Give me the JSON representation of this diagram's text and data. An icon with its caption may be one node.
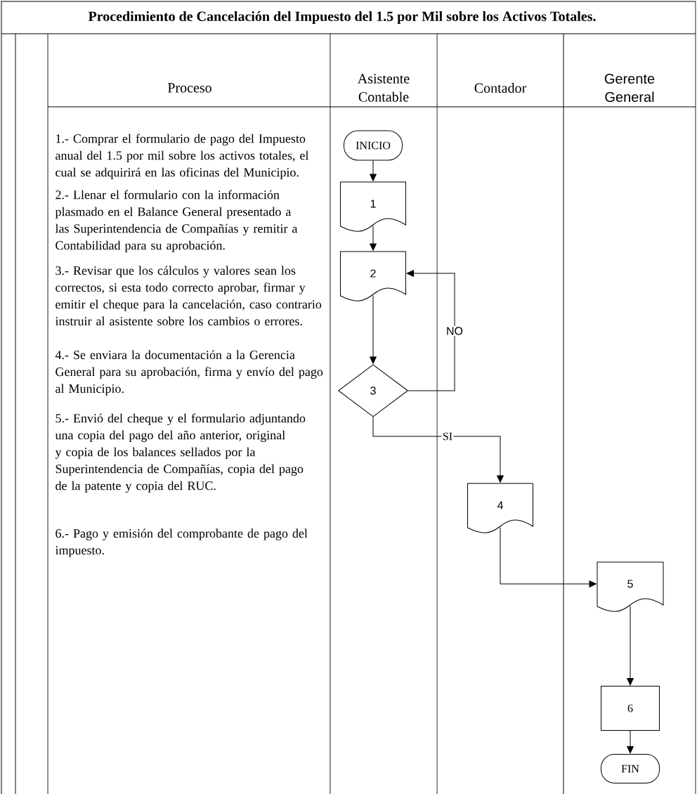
{
  "diagram": {
    "title": "Procedimiento de Cancelación del Impuesto del 1.5 por Mil sobre los Activos Totales.",
    "nodes": [
      {
        "text": [
          "INICIO"
        ]
      },
      {
        "text": [
          "1"
        ]
      },
      {
        "text": [
          "2"
        ]
      },
      {
        "text": [
          "3"
        ]
      },
      {
        "text": [
          "4"
        ]
      },
      {
        "text": [
          "5"
        ]
      },
      {
        "text": [
          "6"
        ]
      },
      {
        "text": [
          "FIN"
        ]
      }
    ],
    "edges": [
      {
        "from": 0,
        "to": 1,
        "arrow": "to"
      },
      {
        "from": 1,
        "to": 2,
        "arrow": "to"
      },
      {
        "from": 2,
        "to": 3,
        "arrow": "to"
      },
      {
        "from": 3,
        "to": 2,
        "arrow": "to",
        "label": "NO"
      },
      {
        "from": 3,
        "to": 4,
        "arrow": "to",
        "label": "SI"
      },
      {
        "from": 4,
        "to": 5,
        "arrow": "to"
      },
      {
        "from": 5,
        "to": 6,
        "arrow": "to"
      },
      {
        "from": 6,
        "to": 7,
        "arrow": "to"
      }
    ],
    "labels": [
      "Proceso",
      "Asistente Contable",
      "Contador",
      "Gerente General",
      "1.- Comprar el formulario de pago del Impuesto anual del 1.5 por mil sobre los activos totales, el cual se adquirirá en las oficinas del Municipio.",
      "2.- Llenar el formulario con la información plasmado en el Balance General presentado a las Superintendencia de Compañías y remitir a Contabilidad para su aprobación.",
      "3.- Revisar que los cálculos y valores sean los correctos, si esta todo correcto aprobar, firmar y emitir el cheque para la cancelación, caso contrario instruir al asistente sobre los cambios o errores.",
      "4.- Se enviara la documentación a la Gerencia General para su aprobación, firma y envío del pago al Municipio.",
      "5.- Envió del cheque y el formulario adjuntando una copia del pago del año anterior, original y copia de los balances sellados por la Superintendencia de Compañías, copia del pago de la patente y copia del RUC.",
      "6.- Pago y emisión del comprobante de pago del impuesto."
    ]
  }
}
